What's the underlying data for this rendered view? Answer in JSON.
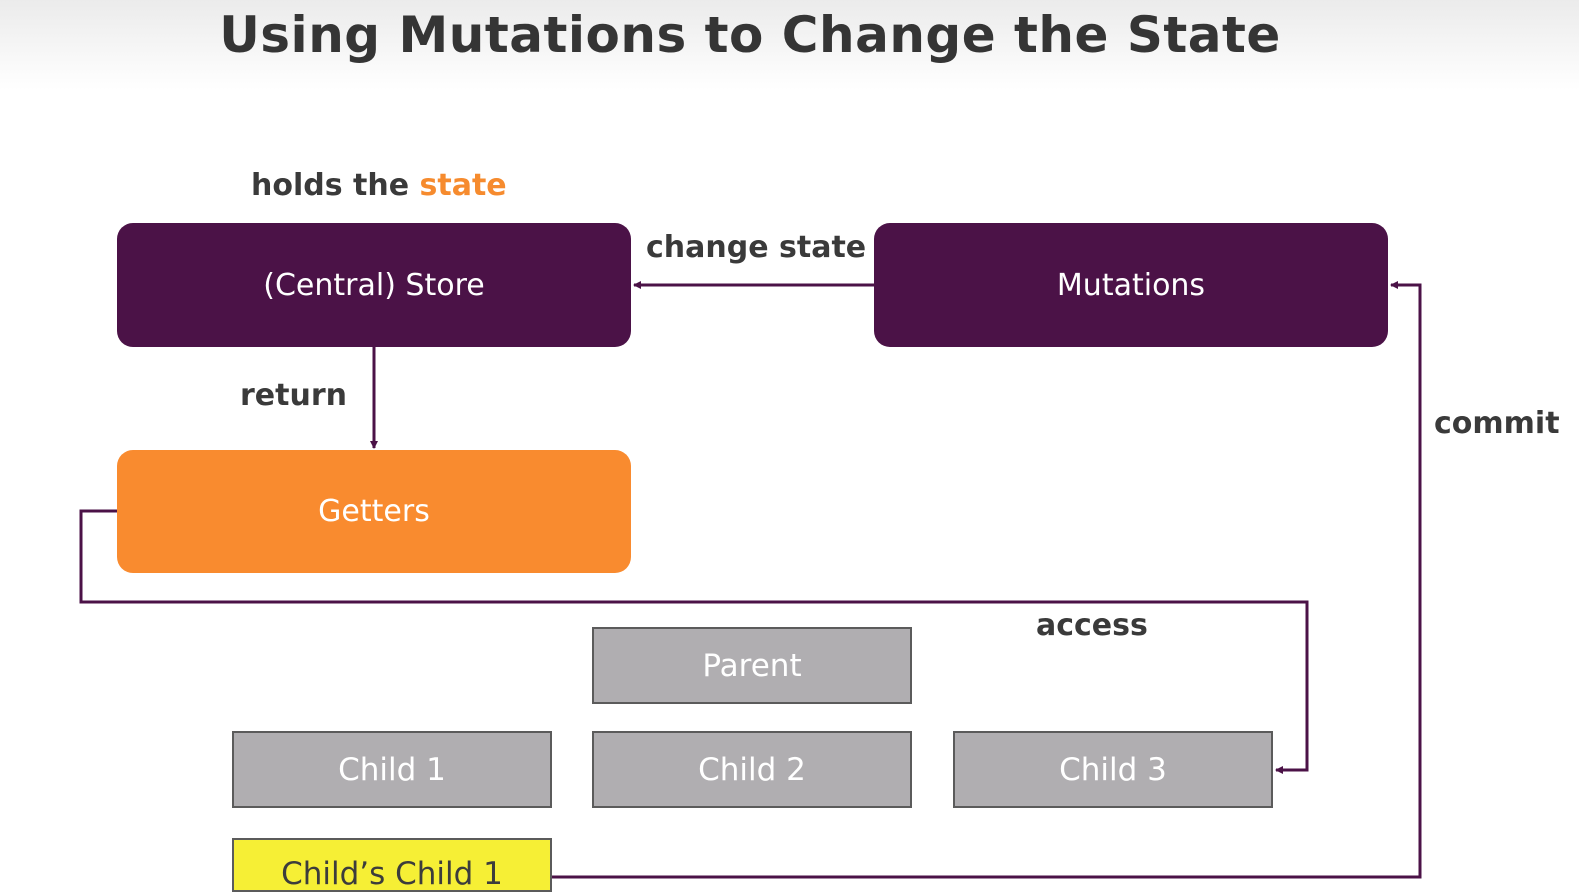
{
  "title": "Using Mutations to Change the State",
  "annotations": {
    "holds_prefix": "holds the ",
    "holds_accent": "state",
    "change_state": "change state",
    "return": "return",
    "commit": "commit",
    "access": "access"
  },
  "nodes": {
    "store": "(Central) Store",
    "mutations": "Mutations",
    "getters": "Getters",
    "parent": "Parent",
    "child1": "Child 1",
    "child2": "Child 2",
    "child3": "Child 3",
    "childs_child1": "Child’s Child 1"
  },
  "colors": {
    "purple": "#4b1247",
    "orange": "#f98b2f",
    "grey": "#b0aeb1",
    "yellow": "#f6ef35",
    "connector": "#4b1247"
  }
}
